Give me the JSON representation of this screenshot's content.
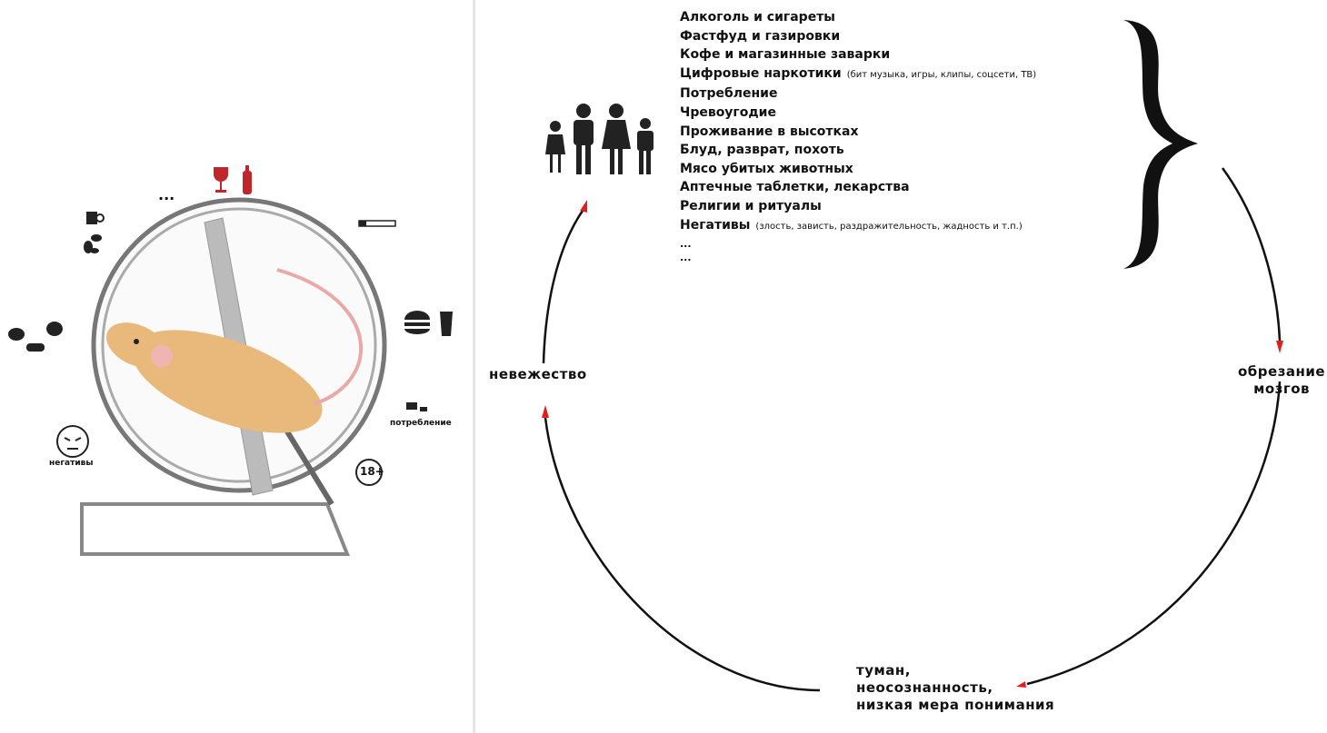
{
  "items": [
    {
      "label": "Алкоголь и сигареты"
    },
    {
      "label": "Фастфуд и газировки"
    },
    {
      "label": "Кофе и магазинные заварки"
    },
    {
      "label": "Цифровые наркотики",
      "note": "(бит музыка, игры, клипы, соцсети, ТВ)"
    },
    {
      "label": "Потребление"
    },
    {
      "label": "Чревоугодие"
    },
    {
      "label": "Проживание в высотках"
    },
    {
      "label": "Блуд, разврат, похоть"
    },
    {
      "label": "Мясо убитых животных"
    },
    {
      "label": "Аптечные таблетки, лекарства"
    },
    {
      "label": "Религии и ритуалы"
    },
    {
      "label": "Негативы",
      "note": "(злость, зависть, раздражительность, жадность и т.п.)"
    },
    {
      "label": "..."
    },
    {
      "label": "..."
    }
  ],
  "cycle": {
    "right": "обрезание мозгов",
    "right_1": "обрезание",
    "right_2": "мозгов",
    "bottom_1": "туман,",
    "bottom_2": "неосознанность,",
    "bottom_3": "низкая мера понимания",
    "left": "невежество"
  },
  "wheel_labels": {
    "consumption": "потребление",
    "negatives": "негативы",
    "adult": "18+",
    "more": "..."
  },
  "colors": {
    "arrow": "#e0201c",
    "alcohol": "#c0272d"
  }
}
